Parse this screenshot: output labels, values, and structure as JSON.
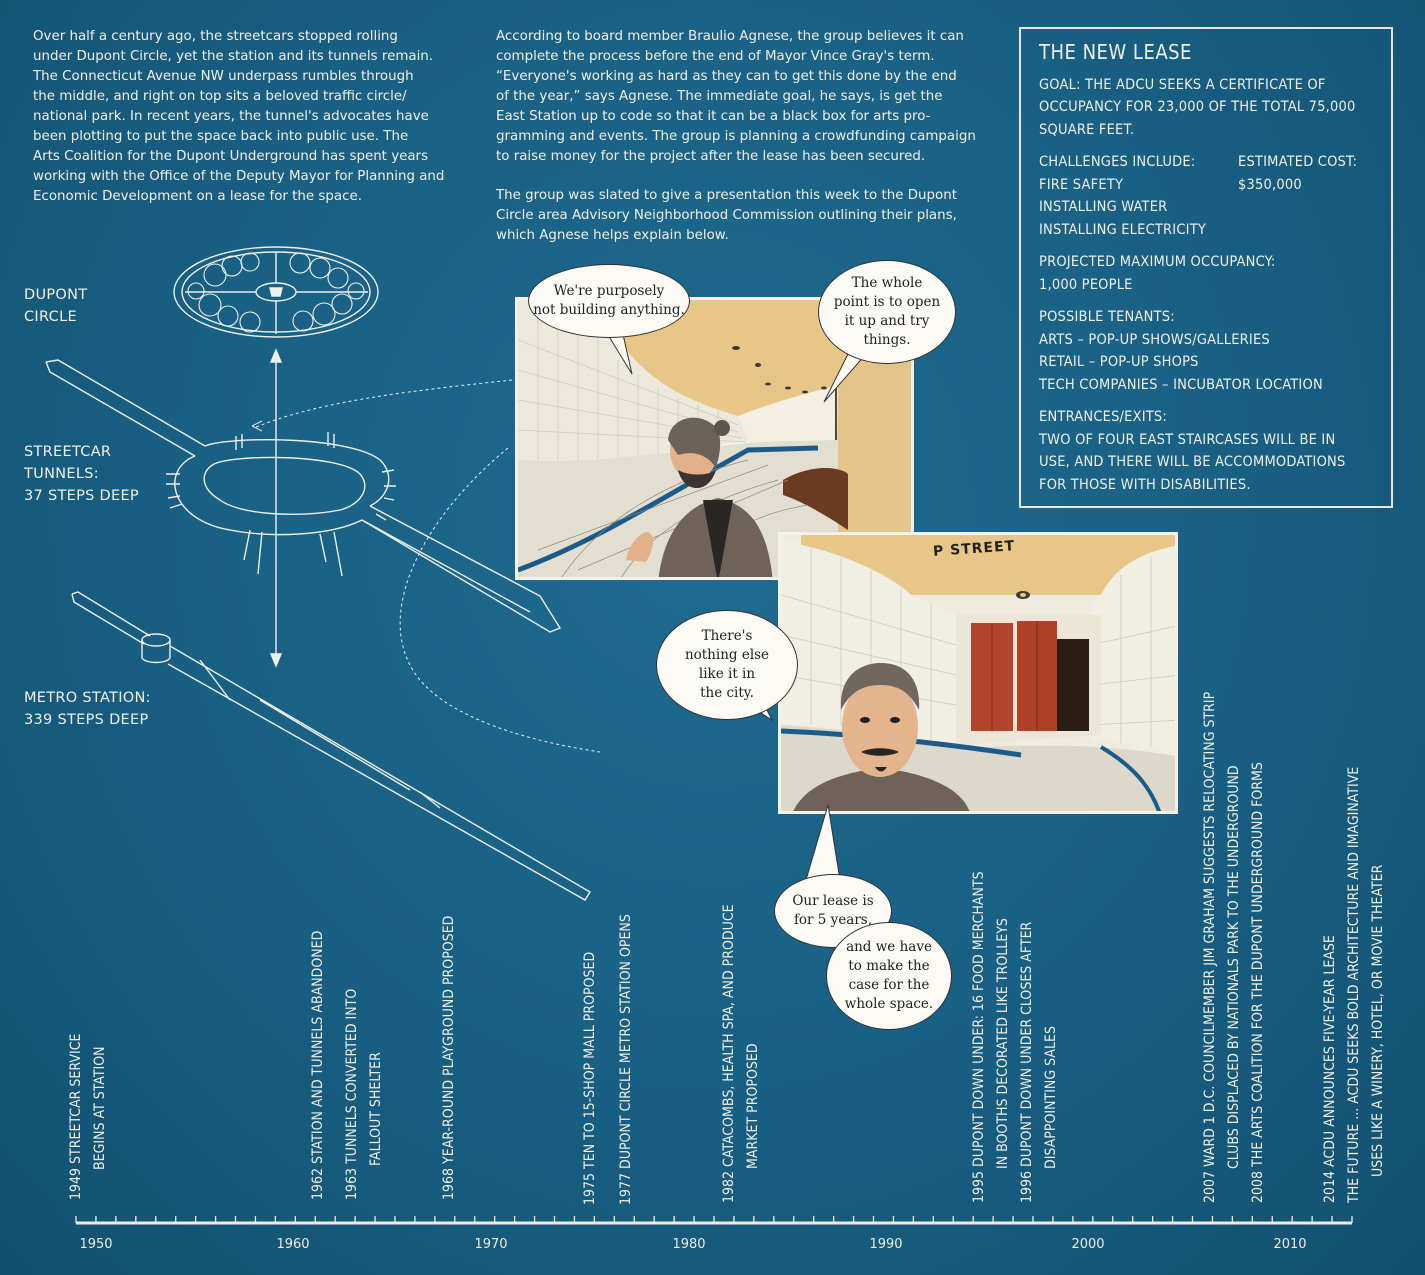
{
  "intro_left": [
    "Over half a century ago, the streetcars stopped rolling",
    "under Dupont Circle, yet the station and its tunnels remain.",
    "The Connecticut Avenue NW underpass rumbles through",
    "the middle, and right on top sits a beloved traffic circle/",
    "national park. In recent years, the tunnel's advocates have",
    "been plotting to put the space back into public use. The",
    "Arts Coalition for the Dupont Underground has spent years",
    "working with the Office of the Deputy Mayor for Planning and",
    "Economic Development on a lease for the space."
  ],
  "intro_right_p1": [
    "According to board member Braulio Agnese, the group believes it can",
    "complete the process before the end of Mayor Vince Gray's term.",
    "“Everyone's working as hard as they can to get this done by the end",
    "of the year,” says Agnese. The immediate goal, he says, is get the",
    "East Station up to code so that it can be a black box for arts pro-",
    "gramming and events. The group is planning a crowdfunding campaign",
    "to raise money for the project after the lease has been secured."
  ],
  "intro_right_p2": [
    "The group was slated to give a presentation this week to the Dupont",
    "Circle area Advisory Neighborhood Commission outlining their plans,",
    "which Agnese helps explain below."
  ],
  "lease": {
    "title": "THE NEW LEASE",
    "goal": [
      "GOAL: THE ADCU SEEKS A CERTIFICATE OF",
      "OCCUPANCY FOR 23,000 OF THE TOTAL 75,000",
      "SQUARE FEET."
    ],
    "challenges_header": "CHALLENGES INCLUDE:",
    "challenges": [
      "FIRE SAFETY",
      "INSTALLING WATER",
      "INSTALLING ELECTRICITY"
    ],
    "cost_header": "ESTIMATED COST:",
    "cost": "$350,000",
    "occupancy": [
      "PROJECTED MAXIMUM OCCUPANCY:",
      "1,000 PEOPLE"
    ],
    "tenants": [
      "POSSIBLE TENANTS:",
      "ARTS – POP-UP SHOWS/GALLERIES",
      "RETAIL – POP-UP SHOPS",
      "TECH COMPANIES – INCUBATOR LOCATION"
    ],
    "entrances": [
      "ENTRANCES/EXITS:",
      "TWO OF FOUR EAST STAIRCASES WILL BE IN",
      "USE, AND THERE WILL BE ACCOMMODATIONS",
      "FOR THOSE WITH DISABILITIES."
    ]
  },
  "diagram": {
    "dupont": [
      "DUPONT",
      "CIRCLE"
    ],
    "tunnels": [
      "STREETCAR",
      "TUNNELS:",
      "37 STEPS DEEP"
    ],
    "metro": [
      "METRO STATION:",
      "339 STEPS DEEP"
    ]
  },
  "panel2_sign": "P STREET",
  "bubbles": {
    "b1": [
      "We're purposely",
      "not building anything."
    ],
    "b2": [
      "The whole",
      "point is to open",
      "it up and try",
      "things."
    ],
    "b3": [
      "There's",
      "nothing else",
      "like it in",
      "the city."
    ],
    "b4": [
      "Our lease is",
      "for 5 years,"
    ],
    "b5": [
      "and we have",
      "to make the",
      "case for the",
      "whole space."
    ]
  },
  "timeline": {
    "years": [
      "1950",
      "1960",
      "1970",
      "1980",
      "1990",
      "2000",
      "2010"
    ],
    "events": [
      {
        "lines": [
          "1949 STREETCAR SERVICE",
          "BEGINS AT STATION"
        ]
      },
      {
        "lines": [
          "1962 STATION AND TUNNELS ABANDONED"
        ]
      },
      {
        "lines": [
          "1963 TUNNELS CONVERTED INTO",
          "FALLOUT SHELTER"
        ]
      },
      {
        "lines": [
          "1968 YEAR-ROUND PLAYGROUND PROPOSED"
        ]
      },
      {
        "lines": [
          "1975 TEN TO 15-SHOP MALL PROPOSED"
        ]
      },
      {
        "lines": [
          "1977 DUPONT CIRCLE METRO STATION OPENS"
        ]
      },
      {
        "lines": [
          "1982 CATACOMBS, HEALTH SPA, AND PRODUCE",
          "MARKET PROPOSED"
        ]
      },
      {
        "lines": [
          "1995 DUPONT DOWN UNDER: 16 FOOD MERCHANTS",
          "IN BOOTHS DECORATED LIKE TROLLEYS"
        ]
      },
      {
        "lines": [
          "1996 DUPONT DOWN UNDER CLOSES AFTER",
          "DISAPPOINTING SALES"
        ]
      },
      {
        "lines": [
          "2007 WARD 1 D.C. COUNCILMEMBER JIM GRAHAM SUGGESTS RELOCATING STRIP",
          "CLUBS DISPLACED BY NATIONALS PARK TO THE UNDERGROUND"
        ]
      },
      {
        "lines": [
          "2008 THE ARTS COALITION FOR THE DUPONT UNDERGROUND FORMS"
        ]
      },
      {
        "lines": [
          "2014 ACDU ANNOUNCES FIVE-YEAR LEASE"
        ]
      },
      {
        "lines": [
          "THE FUTURE ... ACDU SEEKS BOLD ARCHITECTURE AND IMAGINATIVE",
          "USES LIKE A WINERY, HOTEL, OR MOVIE THEATER"
        ]
      }
    ]
  },
  "colors": {
    "background": "#185f83",
    "line": "#f0ecdf",
    "wall_red": "#b8452e",
    "ceiling": "#e9c98f"
  }
}
